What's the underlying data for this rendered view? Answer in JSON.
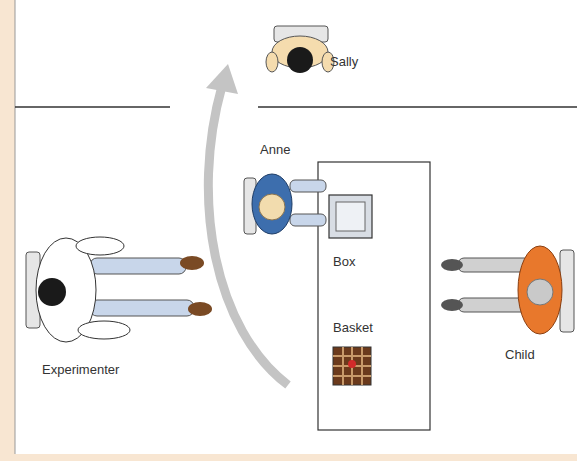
{
  "diagram": {
    "labels": [
      "Sally",
      "Anne",
      "Box",
      "Basket",
      "Experimenter",
      "Child"
    ]
  }
}
